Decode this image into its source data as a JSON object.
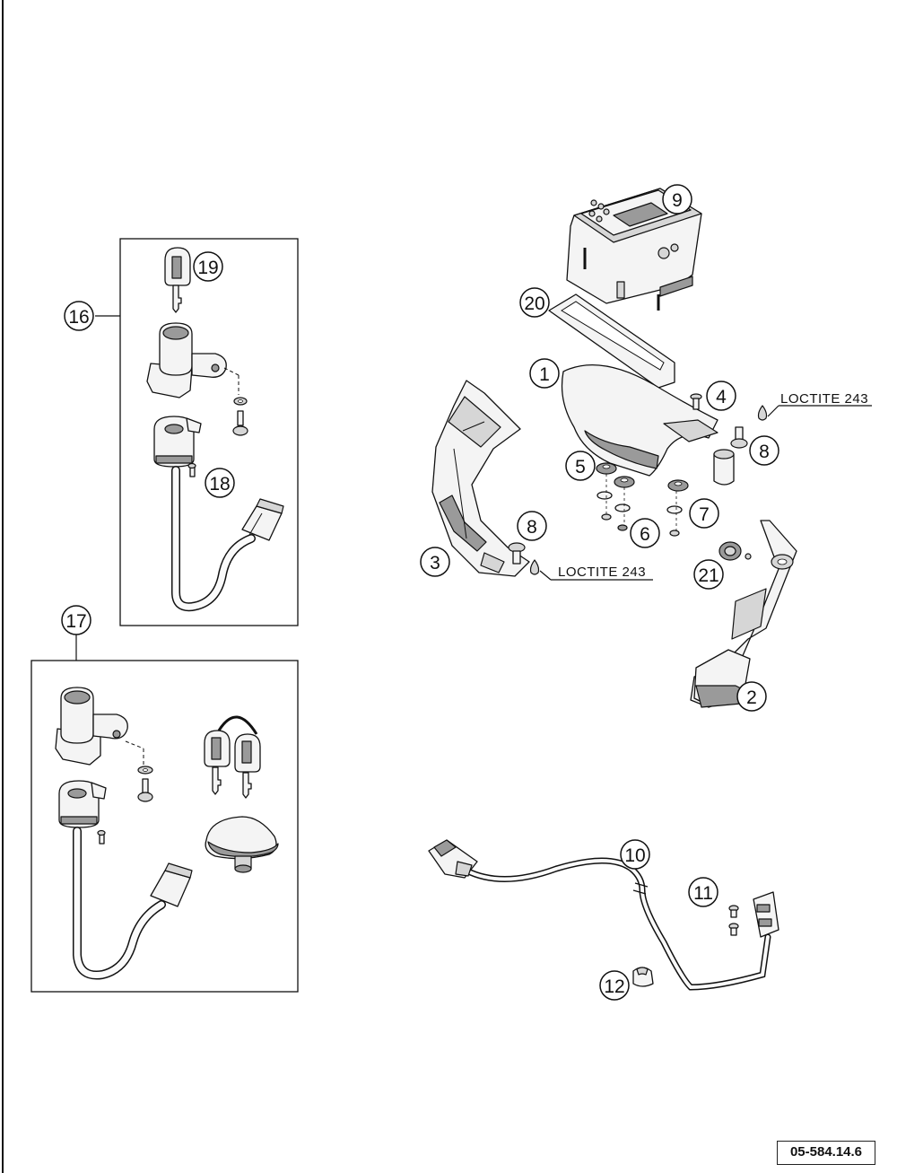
{
  "document_ref": "05-584.14.6",
  "notes": {
    "loctite_upper": "LOCTITE 243",
    "loctite_lower": "LOCTITE 243"
  },
  "callouts": {
    "c1": "1",
    "c2": "2",
    "c3": "3",
    "c4": "4",
    "c5": "5",
    "c6": "6",
    "c7": "7",
    "c8a": "8",
    "c8b": "8",
    "c9": "9",
    "c10": "10",
    "c11": "11",
    "c12": "12",
    "c16": "16",
    "c17": "17",
    "c18": "18",
    "c19": "19",
    "c20": "20",
    "c21": "21"
  }
}
